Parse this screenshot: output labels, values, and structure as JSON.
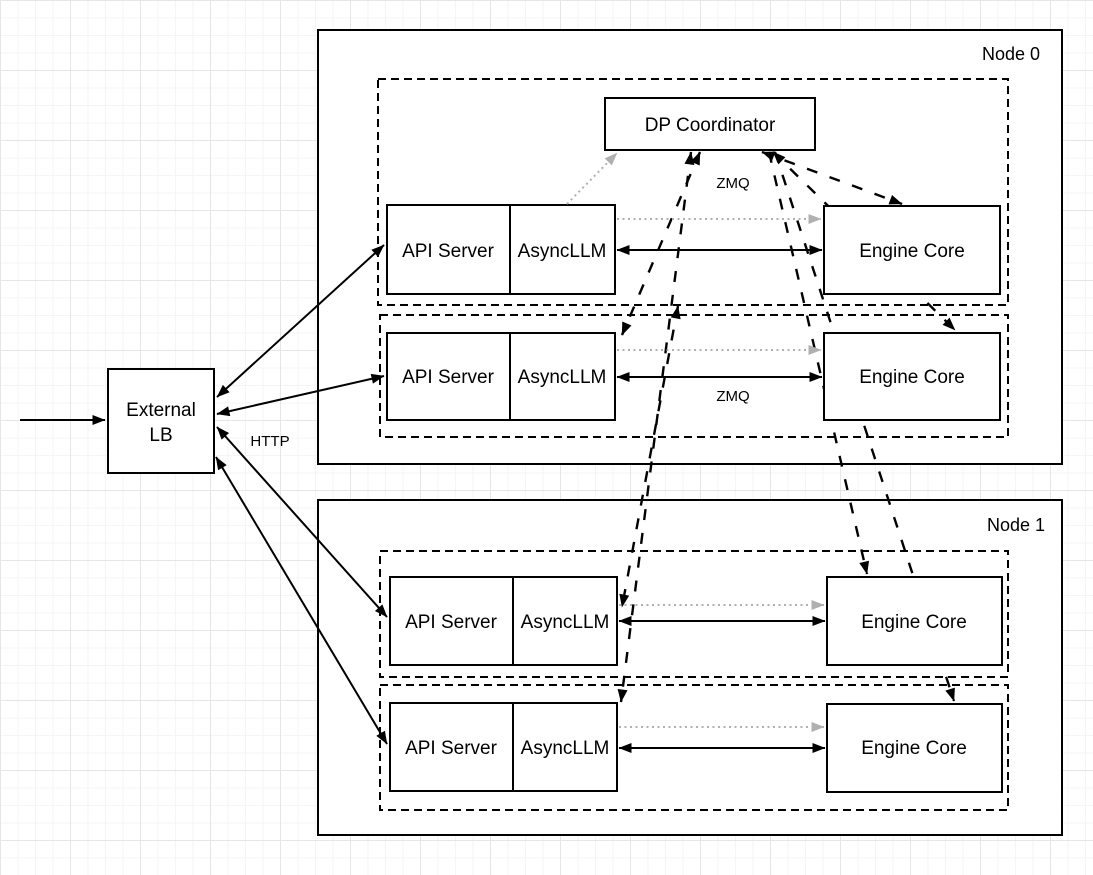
{
  "colors": {
    "line": "#000000",
    "dotted_gray": "#b0b0b0",
    "shape_fill": "#ffffff",
    "grid_minor": "#f5f5f6",
    "grid_major": "#e6e6e8"
  },
  "external_lb": {
    "label_line1": "External",
    "label_line2": "LB"
  },
  "coordinator": {
    "label": "DP Coordinator"
  },
  "edge_labels": {
    "http": "HTTP",
    "zmq_top": "ZMQ",
    "zmq_mid": "ZMQ"
  },
  "nodes": [
    {
      "label": "Node 0",
      "rows": [
        {
          "api_server": "API Server",
          "asyncllm": "AsyncLLM",
          "engine_core": "Engine Core"
        },
        {
          "api_server": "API Server",
          "asyncllm": "AsyncLLM",
          "engine_core": "Engine Core"
        }
      ]
    },
    {
      "label": "Node 1",
      "rows": [
        {
          "api_server": "API Server",
          "asyncllm": "AsyncLLM",
          "engine_core": "Engine Core"
        },
        {
          "api_server": "API Server",
          "asyncllm": "AsyncLLM",
          "engine_core": "Engine Core"
        }
      ]
    }
  ]
}
